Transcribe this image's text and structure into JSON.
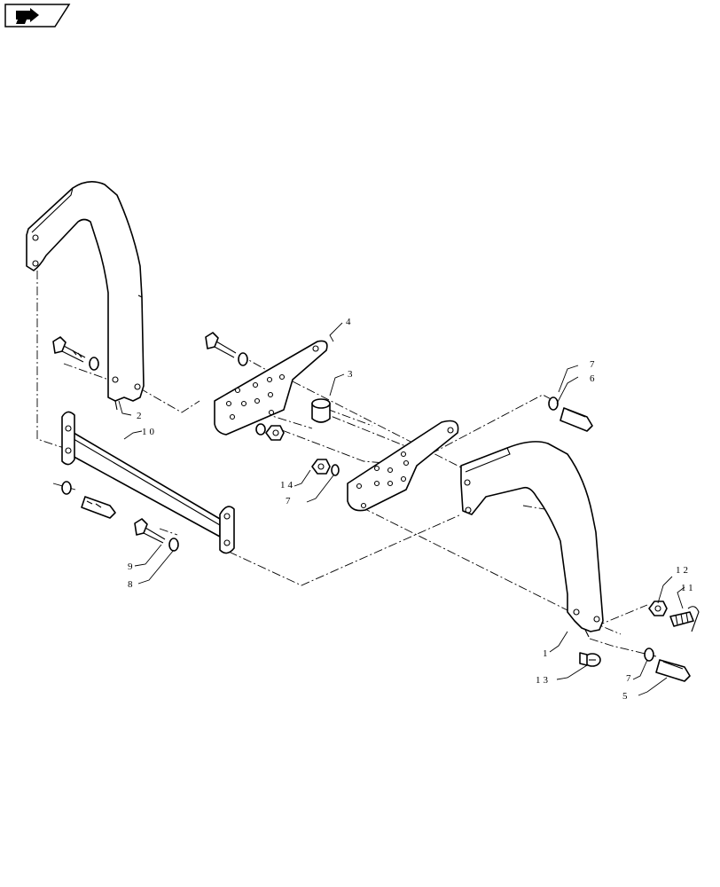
{
  "callouts": [
    {
      "id": "1",
      "text": "1"
    },
    {
      "id": "2",
      "text": "2"
    },
    {
      "id": "3",
      "text": "3"
    },
    {
      "id": "4",
      "text": "4"
    },
    {
      "id": "5",
      "text": "5"
    },
    {
      "id": "6",
      "text": "6"
    },
    {
      "id": "7a",
      "text": "7"
    },
    {
      "id": "7b",
      "text": "7"
    },
    {
      "id": "7c",
      "text": "7"
    },
    {
      "id": "8",
      "text": "8"
    },
    {
      "id": "9",
      "text": "9"
    },
    {
      "id": "10",
      "text": "10"
    },
    {
      "id": "11",
      "text": "11"
    },
    {
      "id": "12",
      "text": "12"
    },
    {
      "id": "13",
      "text": "13"
    },
    {
      "id": "14",
      "text": "14"
    }
  ],
  "icons": {
    "corner_tab": "forward-arrow-icon"
  },
  "colors": {
    "line": "#000000",
    "background": "#ffffff"
  }
}
